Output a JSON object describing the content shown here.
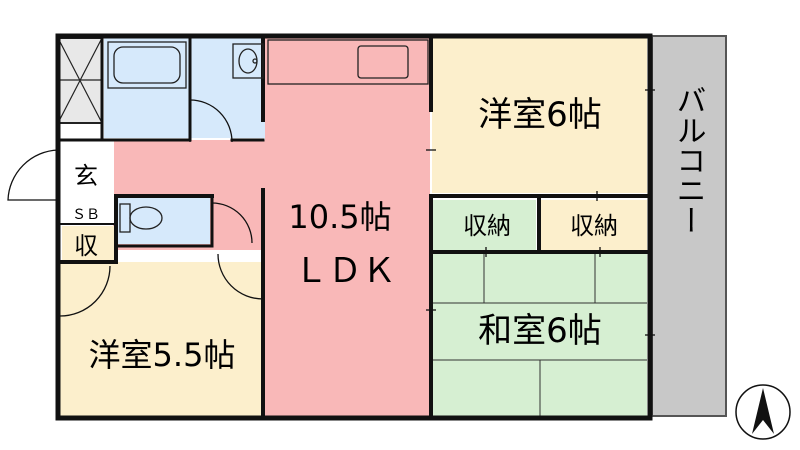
{
  "rooms": {
    "western_6": "洋室6帖",
    "ldk_size": "10.5帖",
    "ldk_type": "ＬＤＫ",
    "storage_1": "収納",
    "storage_2": "収納",
    "japanese_6": "和室6帖",
    "western_5_5": "洋室5.5帖",
    "entrance": "玄",
    "shoe_box": "ＳＢ",
    "storage_small": "収",
    "balcony": "バルコニー"
  },
  "colors": {
    "ldk": "#f9b8b8",
    "western": "#fcefcc",
    "japanese": "#d6efd2",
    "wet": "#d6e9fb",
    "balcony": "#c8c8c8",
    "hall": "#f9b8b8"
  },
  "icons": [
    "compass-icon",
    "bathtub-icon",
    "toilet-icon",
    "washbasin-icon",
    "sink-icon"
  ]
}
